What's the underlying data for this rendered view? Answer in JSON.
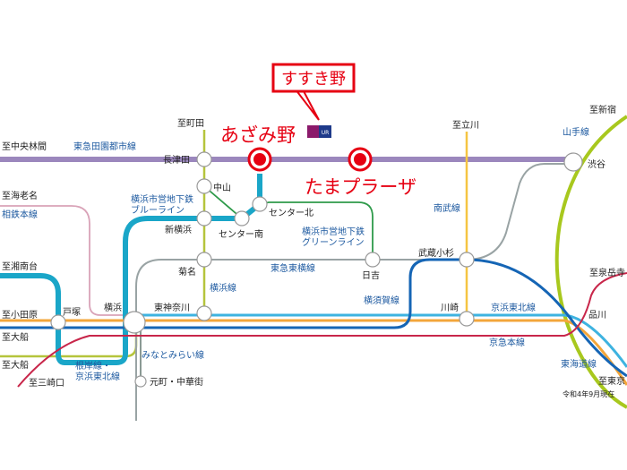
{
  "callout": {
    "label": "すすき野"
  },
  "logo": {
    "name": "UR",
    "text": "UR",
    "colors": [
      "#8b1a6b",
      "#1e3a8a"
    ]
  },
  "featured_stations": [
    {
      "id": "azamino",
      "label": "あざみ野",
      "color": "#e60012"
    },
    {
      "id": "tama_plaza",
      "label": "たまプラーザ",
      "color": "#e60012"
    }
  ],
  "stations": {
    "nagatsuta": "長津田",
    "nakayama": "中山",
    "center_kita": "センター北",
    "center_minami": "センター南",
    "shin_yokohama": "新横浜",
    "kikuna": "菊名",
    "hiyoshi": "日吉",
    "musashi_kosugi": "武蔵小杉",
    "shibuya": "渋谷",
    "higashi_kanagawa": "東神奈川",
    "yokohama": "横浜",
    "totsuka": "戸塚",
    "kawasaki": "川崎",
    "shinagawa": "品川",
    "motomachi_chukagai": "元町・中華街"
  },
  "directions": {
    "machida": "至町田",
    "chuo_rinkan": "至中央林間",
    "ebina": "至海老名",
    "shonandai": "至湘南台",
    "odawara": "至小田原",
    "ofuna_1": "至大船",
    "ofuna_2": "至大船",
    "misakiguchi": "至三崎口",
    "tachikawa": "至立川",
    "shinjuku": "至新宿",
    "sengakuji": "至泉岳寺",
    "tokyo": "至東京"
  },
  "lines": {
    "denentoshi": {
      "label": "東急田園都市線",
      "color": "#9b87bd"
    },
    "sotetsu": {
      "label": "相鉄本線",
      "color": "#d9a3b8"
    },
    "blue_line": {
      "label_1": "横浜市営地下鉄",
      "label_2": "ブルーライン",
      "color": "#1aa6c8"
    },
    "green_line": {
      "label_1": "横浜市営地下鉄",
      "label_2": "グリーンライン",
      "color": "#2e9a4a"
    },
    "toyoko": {
      "label": "東急東横線",
      "color": "#99a3a4"
    },
    "yokohama_line": {
      "label": "横浜線",
      "color": "#b5c43c"
    },
    "nambu": {
      "label": "南武線",
      "color": "#f5c542"
    },
    "yamanote": {
      "label": "山手線",
      "color": "#a8c81e"
    },
    "yokosuka": {
      "label": "横須賀線",
      "color": "#1565b5"
    },
    "keihin_tohoku": {
      "label": "京浜東北線",
      "color": "#3eb3e0"
    },
    "keikyu": {
      "label": "京急本線",
      "color": "#c8264a"
    },
    "tokaido": {
      "label": "東海道線",
      "color": "#f3a63a"
    },
    "minatomirai": {
      "label": "みなとみらい線",
      "color": "#8a9a94"
    },
    "negishi": {
      "label_1": "根岸線・",
      "label_2": "京浜東北線"
    }
  },
  "footnote": "令和4年9月現在"
}
